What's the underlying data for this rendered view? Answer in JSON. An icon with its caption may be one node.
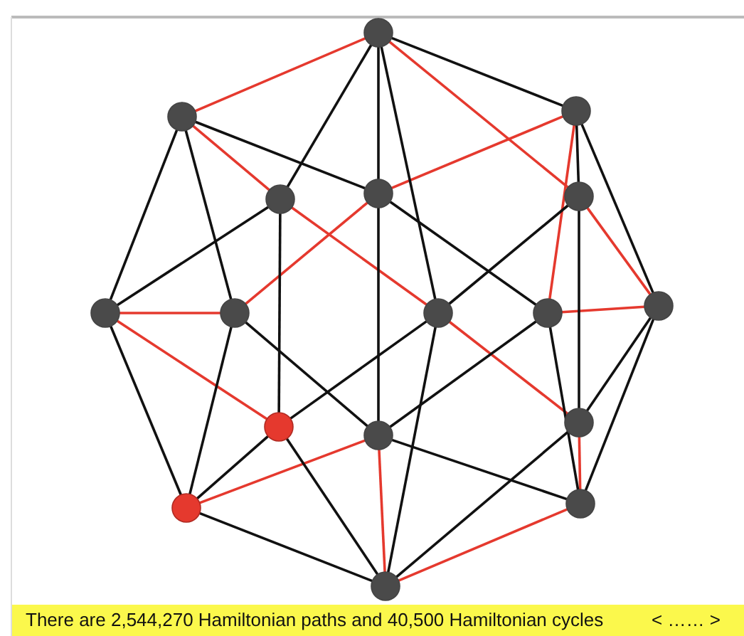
{
  "diagram": {
    "nodes": [
      {
        "text": [],
        "shape": "circle"
      },
      {
        "text": [],
        "shape": "circle"
      },
      {
        "text": [],
        "shape": "circle"
      },
      {
        "text": [],
        "shape": "circle"
      },
      {
        "text": [],
        "shape": "circle"
      },
      {
        "text": [],
        "shape": "circle"
      },
      {
        "text": [],
        "shape": "circle"
      },
      {
        "text": [],
        "shape": "circle"
      },
      {
        "text": [],
        "shape": "circle"
      },
      {
        "text": [],
        "shape": "circle"
      },
      {
        "text": [],
        "shape": "circle"
      },
      {
        "text": [],
        "shape": "circle"
      },
      {
        "text": [],
        "shape": "circle"
      },
      {
        "text": [],
        "shape": "circle"
      },
      {
        "text": [],
        "shape": "circle"
      },
      {
        "text": [],
        "shape": "circle"
      },
      {
        "text": [],
        "shape": "circle"
      }
    ],
    "edges": [
      {
        "from": 0,
        "to": 1,
        "arrow": "none",
        "color": "#e5392e"
      },
      {
        "from": 0,
        "to": 5,
        "arrow": "none",
        "color": "#e5392e"
      },
      {
        "from": 1,
        "to": 3,
        "arrow": "none",
        "color": "#e5392e"
      },
      {
        "from": 3,
        "to": 8,
        "arrow": "none",
        "color": "#e5392e"
      },
      {
        "from": 8,
        "to": 13,
        "arrow": "none",
        "color": "#e5392e"
      },
      {
        "from": 13,
        "to": 15,
        "arrow": "none",
        "color": "#e5392e"
      },
      {
        "from": 15,
        "to": 16,
        "arrow": "none",
        "color": "#e5392e"
      },
      {
        "from": 16,
        "to": 12,
        "arrow": "none",
        "color": "#e5392e"
      },
      {
        "from": 12,
        "to": 14,
        "arrow": "none",
        "color": "#e5392e"
      },
      {
        "from": 7,
        "to": 4,
        "arrow": "none",
        "color": "#e5392e"
      },
      {
        "from": 4,
        "to": 2,
        "arrow": "none",
        "color": "#e5392e"
      },
      {
        "from": 2,
        "to": 9,
        "arrow": "none",
        "color": "#e5392e"
      },
      {
        "from": 9,
        "to": 10,
        "arrow": "none",
        "color": "#e5392e"
      },
      {
        "from": 10,
        "to": 5,
        "arrow": "none",
        "color": "#e5392e"
      },
      {
        "from": 6,
        "to": 7,
        "arrow": "none",
        "color": "#e5392e"
      },
      {
        "from": 6,
        "to": 11,
        "arrow": "none",
        "color": "#e5392e"
      },
      {
        "from": 0,
        "to": 2,
        "arrow": "none"
      },
      {
        "from": 0,
        "to": 3,
        "arrow": "none"
      },
      {
        "from": 0,
        "to": 4,
        "arrow": "none"
      },
      {
        "from": 0,
        "to": 8,
        "arrow": "none"
      },
      {
        "from": 1,
        "to": 4,
        "arrow": "none"
      },
      {
        "from": 1,
        "to": 6,
        "arrow": "none"
      },
      {
        "from": 1,
        "to": 7,
        "arrow": "none"
      },
      {
        "from": 2,
        "to": 5,
        "arrow": "none"
      },
      {
        "from": 2,
        "to": 10,
        "arrow": "none"
      },
      {
        "from": 3,
        "to": 6,
        "arrow": "none"
      },
      {
        "from": 3,
        "to": 11,
        "arrow": "none"
      },
      {
        "from": 4,
        "to": 9,
        "arrow": "none"
      },
      {
        "from": 4,
        "to": 12,
        "arrow": "none"
      },
      {
        "from": 5,
        "to": 8,
        "arrow": "none"
      },
      {
        "from": 5,
        "to": 13,
        "arrow": "none"
      },
      {
        "from": 6,
        "to": 14,
        "arrow": "none"
      },
      {
        "from": 7,
        "to": 14,
        "arrow": "none"
      },
      {
        "from": 7,
        "to": 12,
        "arrow": "none"
      },
      {
        "from": 8,
        "to": 11,
        "arrow": "none"
      },
      {
        "from": 8,
        "to": 16,
        "arrow": "none"
      },
      {
        "from": 9,
        "to": 12,
        "arrow": "none"
      },
      {
        "from": 9,
        "to": 15,
        "arrow": "none"
      },
      {
        "from": 10,
        "to": 13,
        "arrow": "none"
      },
      {
        "from": 10,
        "to": 15,
        "arrow": "none"
      },
      {
        "from": 11,
        "to": 14,
        "arrow": "none"
      },
      {
        "from": 11,
        "to": 16,
        "arrow": "none"
      },
      {
        "from": 12,
        "to": 15,
        "arrow": "none"
      },
      {
        "from": 13,
        "to": 16,
        "arrow": "none"
      },
      {
        "from": 14,
        "to": 16,
        "arrow": "none"
      }
    ],
    "labels": [
      "There are 2,544,270 Hamiltonian paths and 40,500 Hamiltonian cycles",
      "< …… >"
    ]
  }
}
